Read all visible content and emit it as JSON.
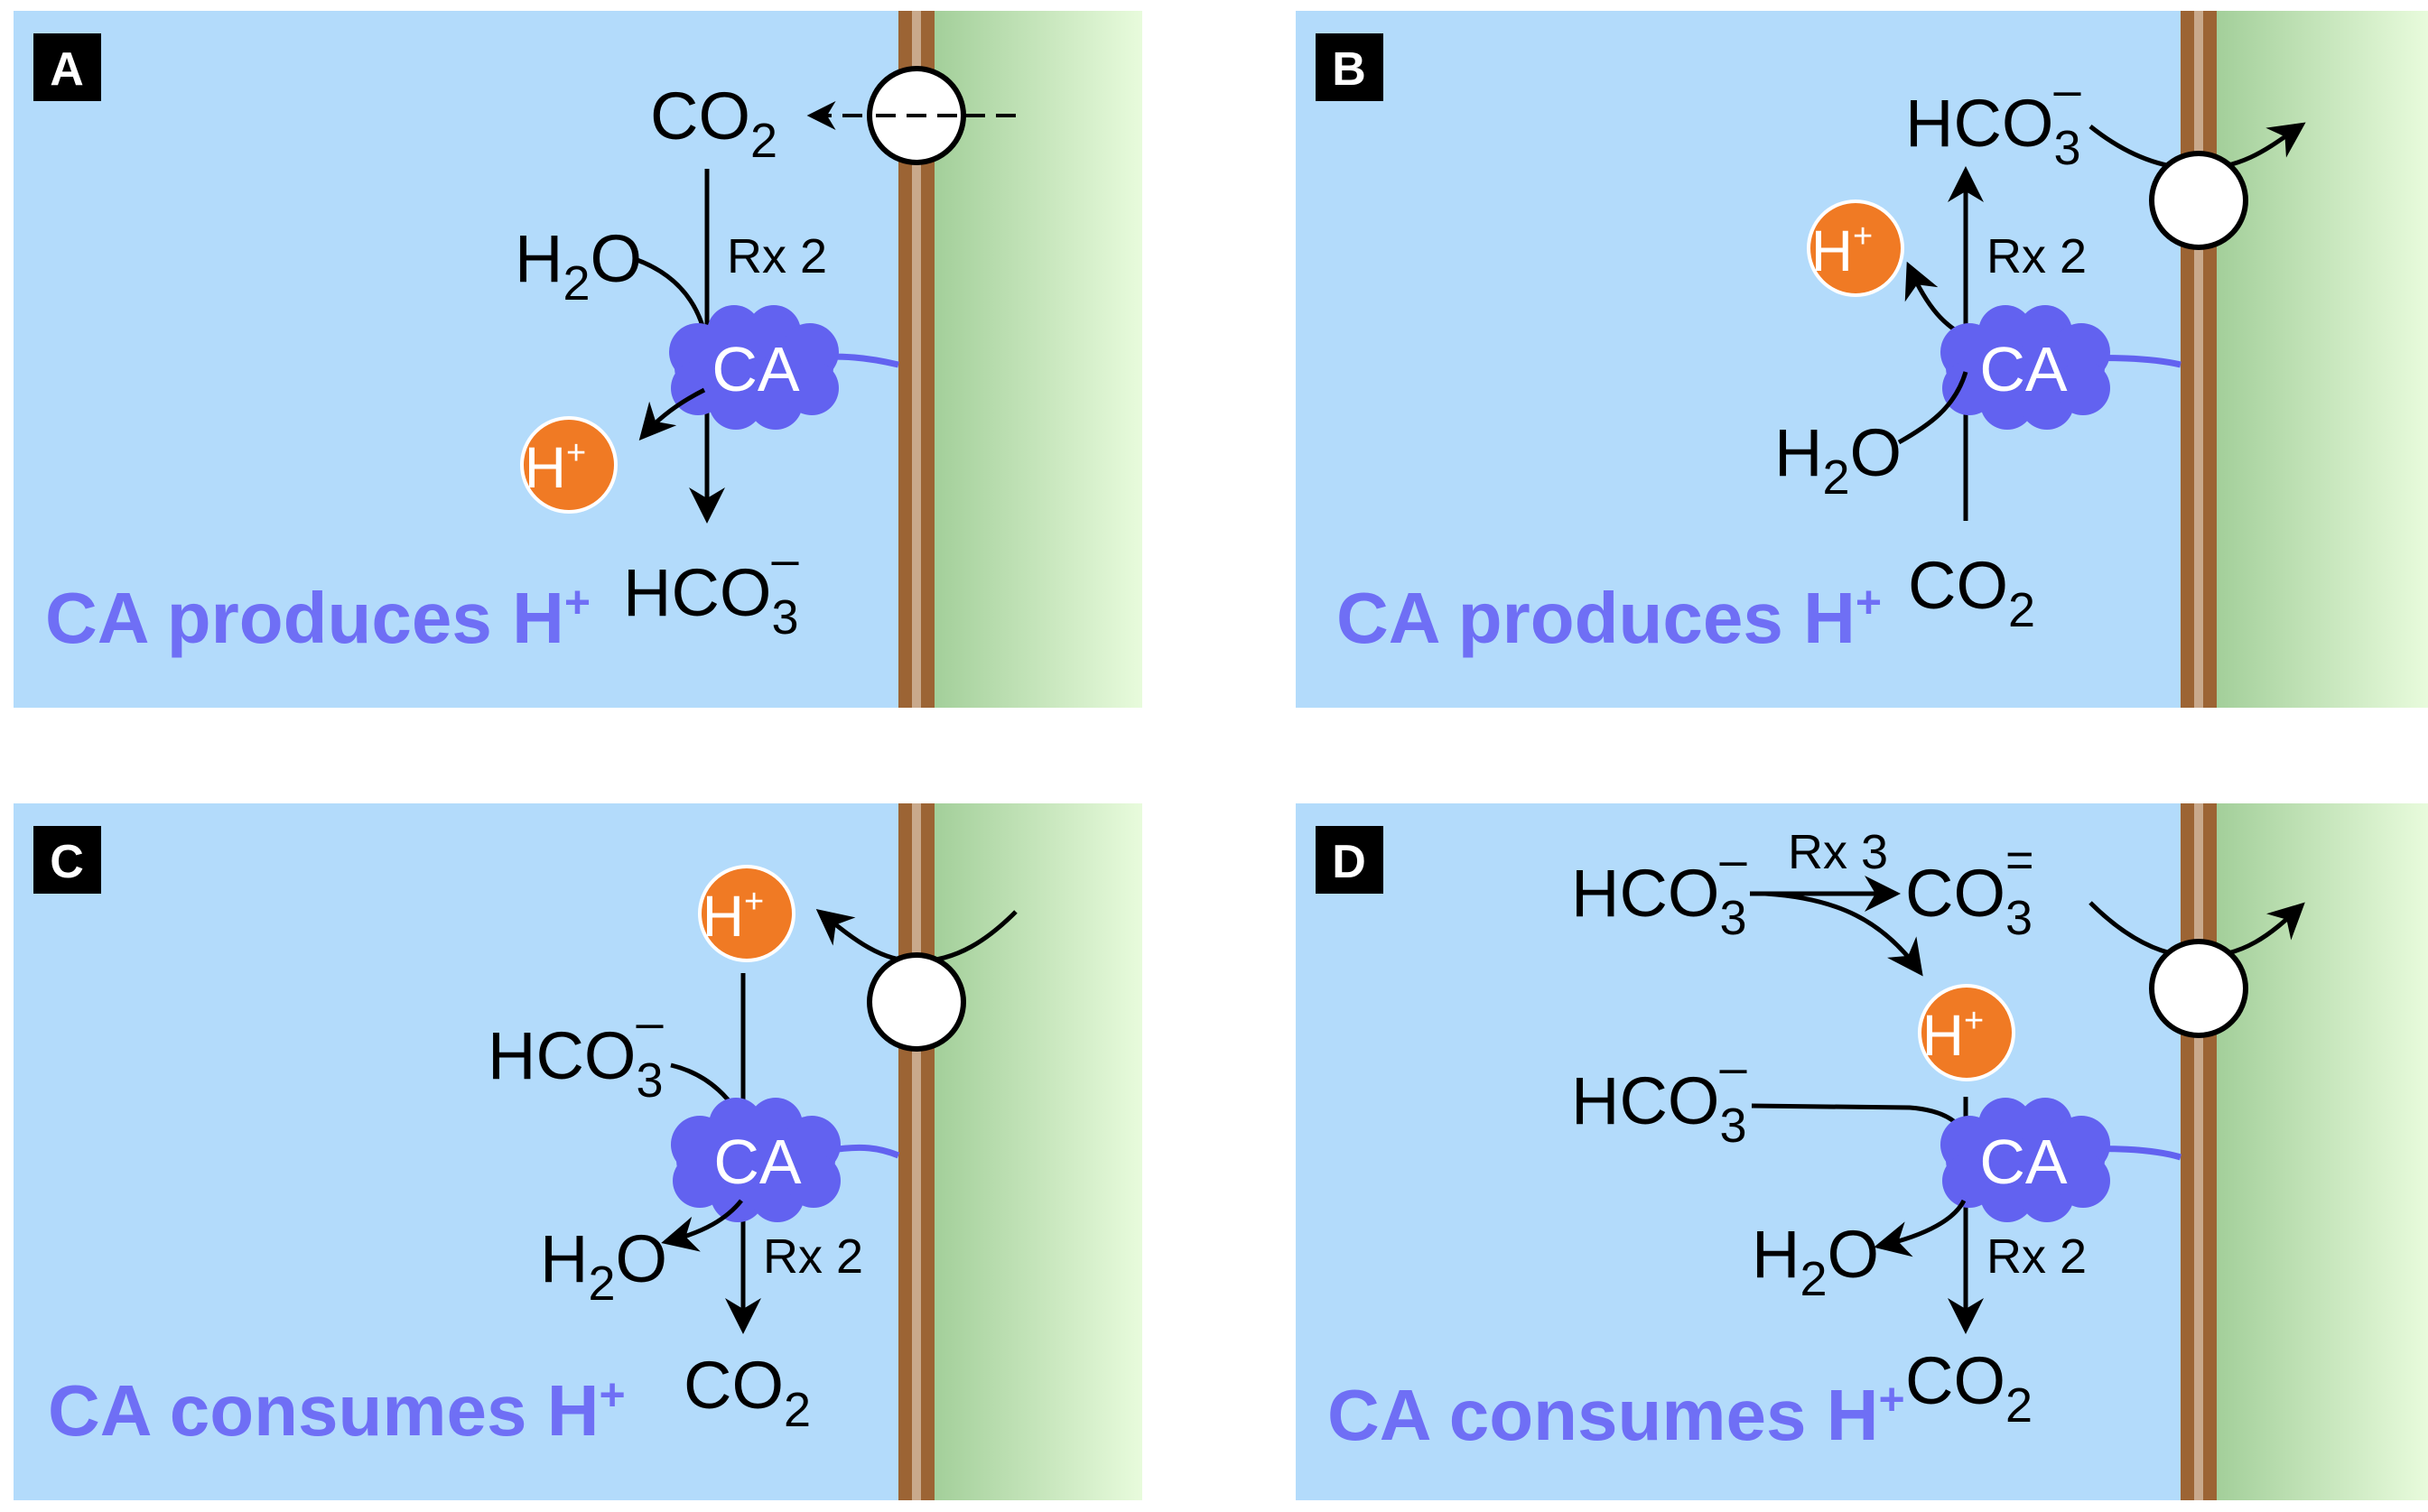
{
  "colors": {
    "fluid": "#b3dbfb",
    "cell": "#a3cf9a",
    "membrane": "#9c6434",
    "membrane_core": "#c9a98c",
    "enzyme": "#6262f0",
    "caption": "#6f6ff5",
    "proton": "#f07a24"
  },
  "panels": [
    {
      "label": "A",
      "caption_main": "CA produces H",
      "caption_sup": "+",
      "enzyme": "CA",
      "proton": "H",
      "proton_sup": "+",
      "species": [
        {
          "main": "CO",
          "sub": "2",
          "sup": ""
        },
        {
          "main": "H",
          "sub": "2",
          "sup": "",
          "tail": "O"
        },
        {
          "main": "HCO",
          "sub": "3",
          "sup": "–"
        }
      ],
      "reaction": "Rx 2"
    },
    {
      "label": "B",
      "caption_main": "CA produces H",
      "caption_sup": "+",
      "enzyme": "CA",
      "proton": "H",
      "proton_sup": "+",
      "species": [
        {
          "main": "HCO",
          "sub": "3",
          "sup": "–"
        },
        {
          "main": "H",
          "sub": "2",
          "sup": "",
          "tail": "O"
        },
        {
          "main": "CO",
          "sub": "2",
          "sup": ""
        }
      ],
      "reaction": "Rx 2"
    },
    {
      "label": "C",
      "caption_main": "CA consumes H",
      "caption_sup": "+",
      "enzyme": "CA",
      "proton": "H",
      "proton_sup": "+",
      "species": [
        {
          "main": "HCO",
          "sub": "3",
          "sup": "–"
        },
        {
          "main": "H",
          "sub": "2",
          "sup": "",
          "tail": "O"
        },
        {
          "main": "CO",
          "sub": "2",
          "sup": ""
        }
      ],
      "reaction": "Rx 2"
    },
    {
      "label": "D",
      "caption_main": "CA consumes H",
      "caption_sup": "+",
      "enzyme": "CA",
      "proton": "H",
      "proton_sup": "+",
      "species": [
        {
          "main": "HCO",
          "sub": "3",
          "sup": "–"
        },
        {
          "main": "CO",
          "sub": "3",
          "sup": "="
        },
        {
          "main": "HCO",
          "sub": "3",
          "sup": "–"
        },
        {
          "main": "H",
          "sub": "2",
          "sup": "",
          "tail": "O"
        },
        {
          "main": "CO",
          "sub": "2",
          "sup": ""
        }
      ],
      "reaction": "Rx 2",
      "reaction2": "Rx 3"
    }
  ]
}
